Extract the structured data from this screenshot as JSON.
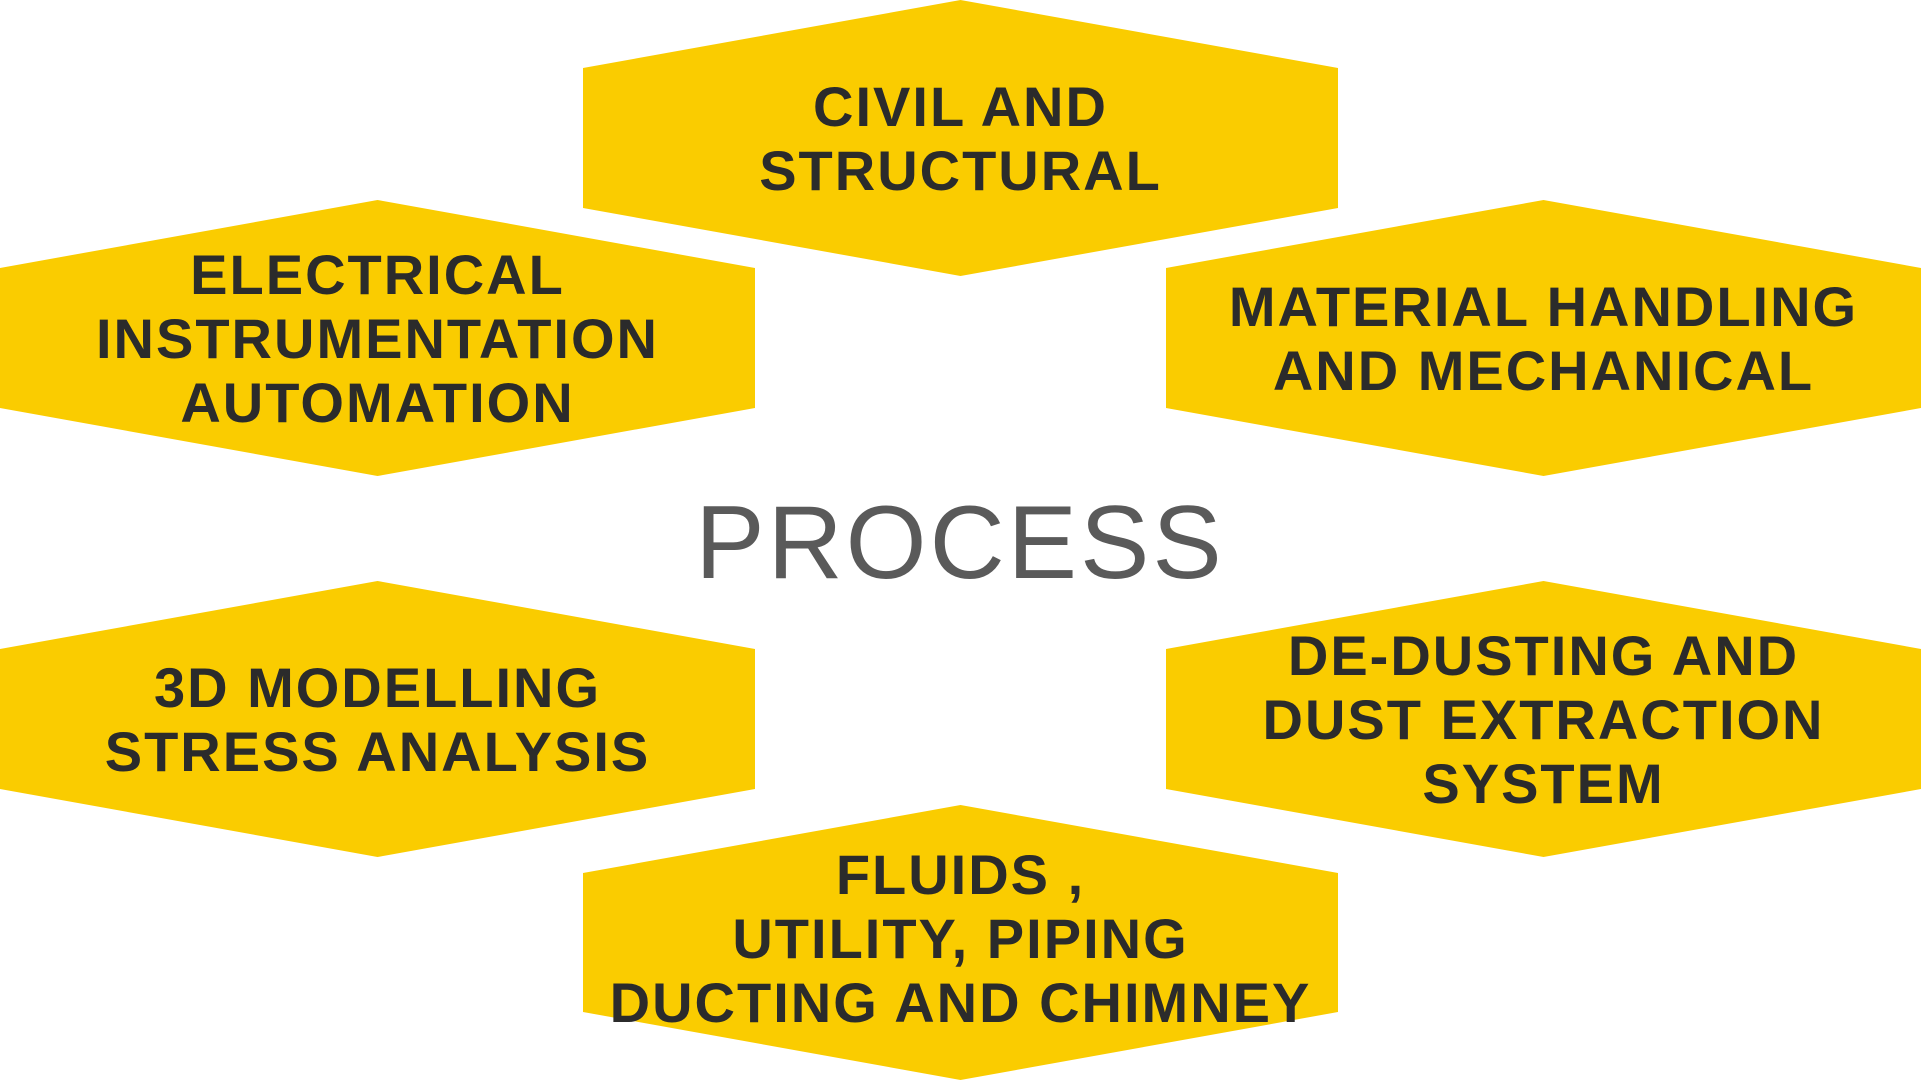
{
  "colors": {
    "hex_fill": "#FACC00",
    "hex_text": "#2B2B2B",
    "center_text": "#5A5A5A",
    "background": "#FFFFFF"
  },
  "center_label": "PROCESS",
  "hexagons": [
    {
      "id": "civil",
      "lines": [
        "CIVIL AND",
        "STRUCTURAL"
      ]
    },
    {
      "id": "electrical",
      "lines": [
        "ELECTRICAL",
        "INSTRUMENTATION",
        "AUTOMATION"
      ]
    },
    {
      "id": "material",
      "lines": [
        "MATERIAL HANDLING",
        "AND MECHANICAL"
      ]
    },
    {
      "id": "modelling",
      "lines": [
        "3D MODELLING",
        "STRESS ANALYSIS"
      ]
    },
    {
      "id": "dedusting",
      "lines": [
        "DE-DUSTING AND",
        "DUST EXTRACTION",
        "SYSTEM"
      ]
    },
    {
      "id": "fluids",
      "lines": [
        "FLUIDS ,",
        "UTILITY, PIPING",
        "DUCTING AND CHIMNEY"
      ]
    }
  ]
}
